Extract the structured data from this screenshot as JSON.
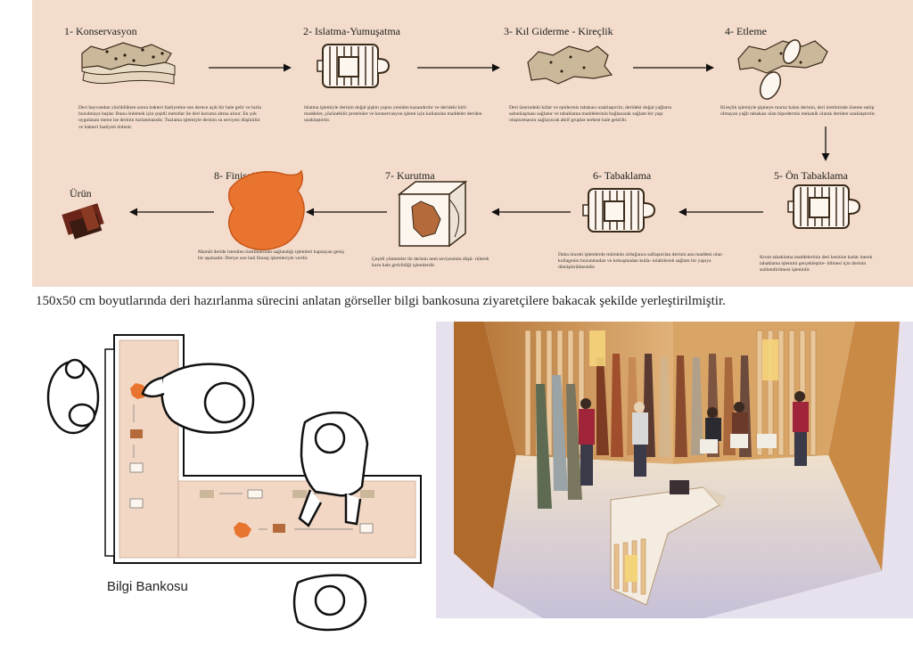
{
  "steps": [
    {
      "title": "1- Konservasyon",
      "desc": "Deri hayvandan yüzüldükten sonra bakteri faaliyetine son derece açık bir hale gelir ve hızla bozulmaya başlar. Bunu önlemek için çeşitli metotlar ile deri koruma altına alınır. En çok uygulanan metot ise derinin tuzlanmasıdır. Tuzlama işlemiyle derinin su seviyesi düşürülür ve bakteri faaliyeti önlenir."
    },
    {
      "title": "2- Islatma-Yumuşatma",
      "desc": "Islatma işlemiyle derinin doğal şişkin yapısı yeniden kazandırılır ve derideki kirli maddeler, çözünebilir proteinler ve konservasyon işlemi için kullanılan maddeler deriden uzaklaştırılır."
    },
    {
      "title": "3- Kıl Giderme - Kireçlik",
      "desc": "Deri üzerindeki kıllar ve epidermis tabakası uzaklaştırılır, derideki doğal yağların sabunlaşması sağlanır ve tabaklama maddelerinin bağlanarak sağlam bir yapı oluşturmasını sağlayacak aktif gruplar serbest hale getirilir."
    },
    {
      "title": "4- Etleme",
      "desc": "Kireçlik işlemiyle şişmeye maruz kalan derinin, deri üretiminde öneme sahip olmayan yağlı tabakası olan hipodermis mekanik olarak deriden uzaklaştırılır."
    },
    {
      "title": "5- Ön Tabaklama",
      "desc": "Krom tabaklama maddelerinin deri kesitine kadar inerek tabaklama işlemini gerçekleştire- bilmesi için derinin asitlendirilmesi işlemidir."
    },
    {
      "title": "6- Tabaklama",
      "desc": "Daha önceki işlemlerde mümkün olduğunca saflaştırılan derinin ana maddesi olan kollagenin bozunmadan ve kokuşmadan kulla- nılabilecek sağlam bir yapıya dönüştürülmesidir."
    },
    {
      "title": "7- Kurutma",
      "desc": "Çeşitli yöntemler ile derinin nem seviyesinin düşü- rülerek kuru hale getirildiği işlemlerdir."
    },
    {
      "title": "8- Finisaj",
      "desc": "Mamül deride istenilen özelliklerinin sağlandığı işlemleri kapsayan geniş bir aşamadır. Deriye son hali finisaj işlemleriyle verilir."
    }
  ],
  "product_label": "Ürün",
  "caption": "150x50 cm boyutlarında deri hazırlanma sürecini anlatan görseller bilgi bankosuna ziyaretçilere bakacak şekilde yerleştirilmiştir.",
  "bank_label": "Bilgi Bankosu",
  "colors": {
    "panel": "#f3dccb",
    "hide": "#cbb89a",
    "finished": "#e8742f",
    "booth_wood": "#d6a567"
  }
}
